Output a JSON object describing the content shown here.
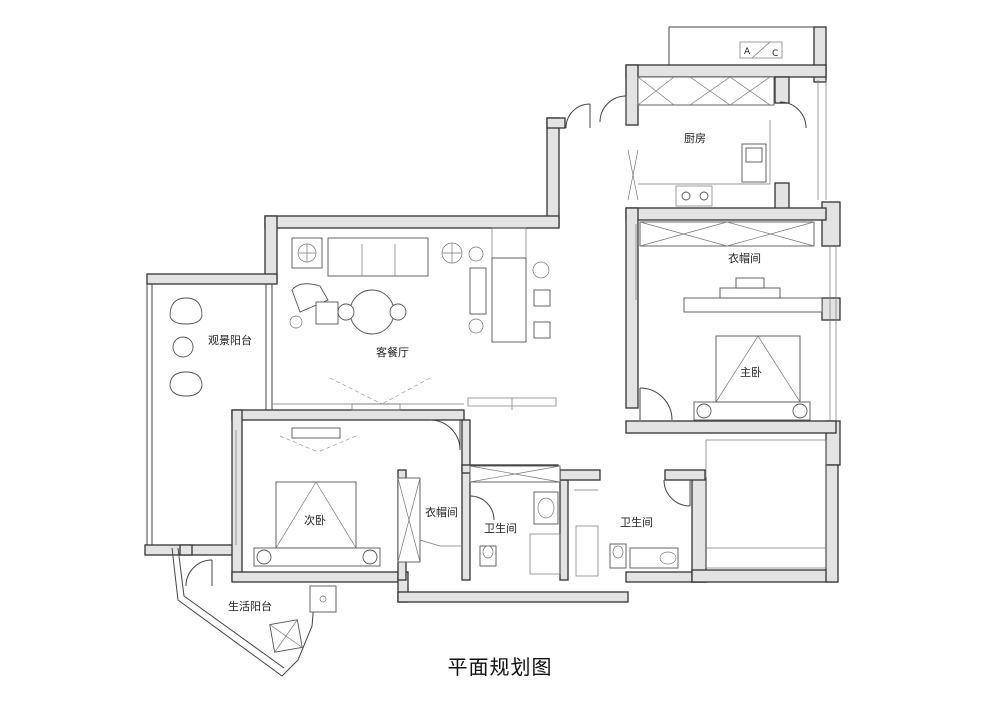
{
  "title": "平面规划图",
  "rooms": {
    "kitchen": "厨房",
    "wardrobe_master": "衣帽间",
    "master_bedroom": "主卧",
    "living_dining": "客餐厅",
    "view_balcony": "观景阳台",
    "second_bedroom": "次卧",
    "wardrobe_second": "衣帽间",
    "bathroom_a": "卫生间",
    "bathroom_b": "卫生间",
    "utility_balcony": "生活阳台"
  },
  "ac_tag": {
    "a": "A",
    "c": "C"
  }
}
